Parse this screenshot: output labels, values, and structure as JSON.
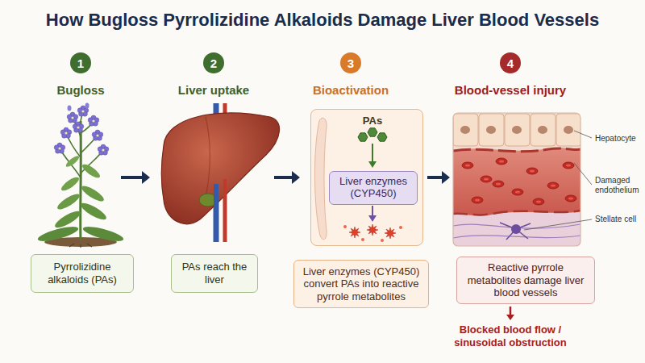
{
  "diagram": {
    "title": "How Bugloss Pyrrolizidine Alkaloids Damage Liver Blood Vessels",
    "nodes": [
      {
        "text": [
          "1"
        ]
      },
      {
        "text": [
          "2"
        ]
      },
      {
        "text": [
          "3"
        ]
      },
      {
        "text": [
          "4"
        ]
      },
      {
        "text": [
          "Pyrrolizidine alkaloids (PAs)"
        ]
      },
      {
        "text": [
          "PAs reach the liver"
        ]
      },
      {
        "text": [
          "PAs"
        ]
      },
      {
        "text": [
          "Liver enzymes (CYP450)"
        ],
        "in": 6
      },
      {
        "text": [
          "Liver enzymes (CYP450) convert PAs into reactive pyrrole metabolites"
        ]
      },
      {
        "text": [
          "Reactive pyrrole metabolites damage liver blood vessels"
        ]
      }
    ],
    "labels": [
      "Bugloss",
      "Liver uptake",
      "Bioactivation",
      "Blood-vessel injury",
      "Hepatocyte",
      "Damaged endothelium",
      "Stellate cell",
      "Blocked blood flow / sinusoidal obstruction"
    ]
  }
}
